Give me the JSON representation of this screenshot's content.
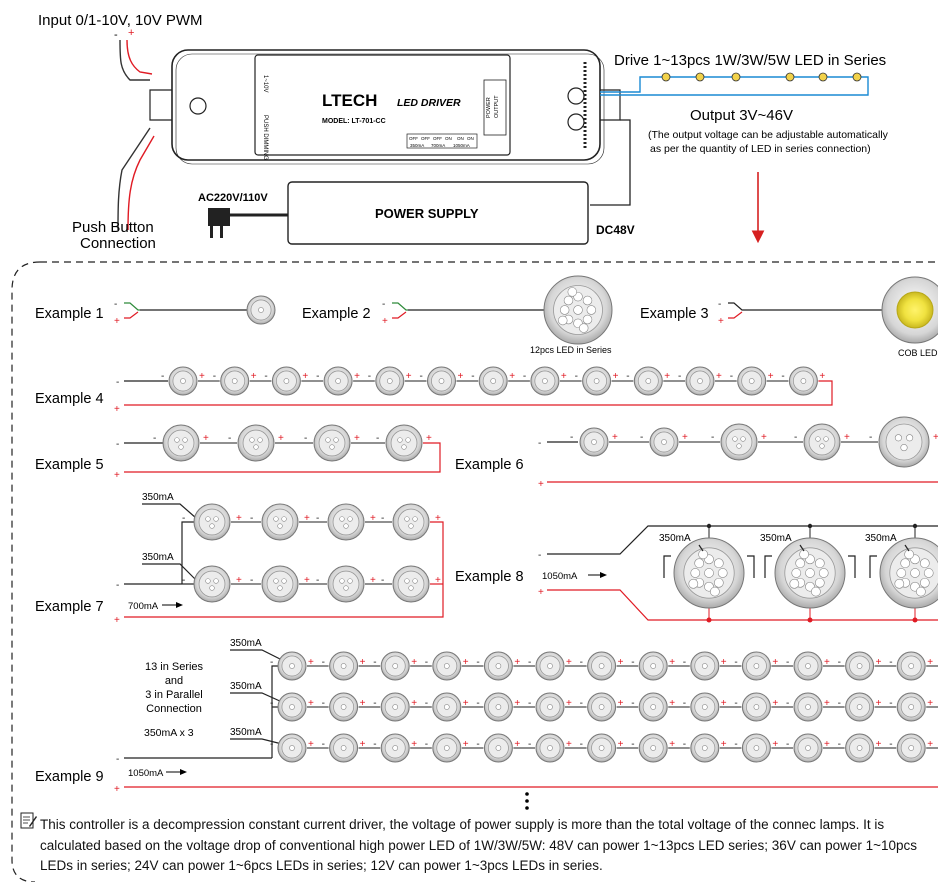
{
  "header": {
    "input_label": "Input 0/1-10V,  10V PWM",
    "push_button_label": [
      "Push Button",
      "Connection"
    ],
    "drive_label": "Drive 1~13pcs 1W/3W/5W LED in Series",
    "output_label": "Output  3V~46V",
    "output_note_1": "(The output voltage can be adjustable automatically",
    "output_note_2": "as per the quantity of LED in series connection)",
    "ac_label": "AC220V/110V",
    "power_supply_label": "POWER SUPPLY",
    "dc_label": "DC48V"
  },
  "device": {
    "brand": "LTECH",
    "product": "LED DRIVER",
    "model": "MODEL: LT-701-CC",
    "input_port_1": "1~10V",
    "input_port_2": "PUSH DIMMING",
    "power_label": "POWER",
    "output_label": "OUTPUT",
    "dip_states": [
      "OFF",
      "OFF",
      "OFF",
      "ON",
      "ON",
      "ON"
    ],
    "dip_currents": [
      "350mA",
      "700mA",
      "1050mA"
    ]
  },
  "examples": {
    "ex1": "Example 1",
    "ex2": "Example 2",
    "ex2_caption": "12pcs LED in Series",
    "ex3": "Example 3",
    "ex3_caption": "COB LED",
    "ex4": "Example 4",
    "ex5": "Example 5",
    "ex6": "Example 6",
    "ex7": "Example 7",
    "ex7_current": "700mA",
    "ex7_branch": "350mA",
    "ex8": "Example 8",
    "ex8_current": "1050mA",
    "ex8_branch": "350mA",
    "ex9": "Example 9",
    "ex9_current": "1050mA",
    "ex9_branch": "350mA",
    "ex9_desc": [
      "13 in Series",
      "and",
      "3 in Parallel",
      "Connection"
    ],
    "ex9_multiplier": "350mA  x  3"
  },
  "polarity": {
    "minus": "-",
    "plus": "+"
  },
  "note": "This controller is a decompression constant current driver, the voltage of power supply is more than the total voltage of the connec lamps. It is calculated based on the voltage drop of conventional high power LED of 1W/3W/5W: 48V can power 1~13pcs LED series; 36V can power 1~10pcs LEDs in series; 24V can power 1~6pcs LEDs in series; 12V can power 1~3pcs LEDs in series.",
  "colors": {
    "red": "#e01b24",
    "blue": "#1a8ad4",
    "green": "#2e8b3a",
    "arrow": "#d62020"
  }
}
